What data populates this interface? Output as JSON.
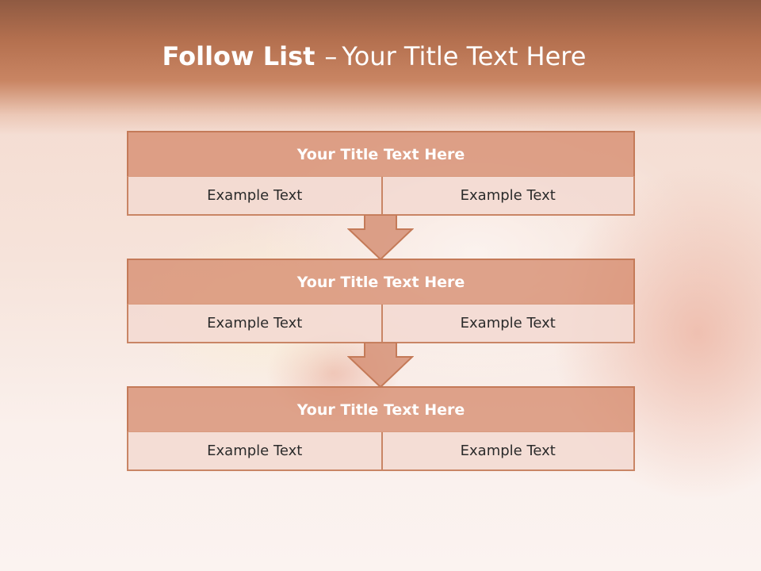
{
  "slide": {
    "title_bold": "Follow List",
    "title_separator": "–",
    "title_rest": "Your Title Text Here"
  },
  "blocks": [
    {
      "heading": "Your Title Text Here",
      "cells": [
        "Example Text",
        "Example Text"
      ]
    },
    {
      "heading": "Your Title Text Here",
      "cells": [
        "Example Text",
        "Example Text"
      ]
    },
    {
      "heading": "Your Title Text Here",
      "cells": [
        "Example Text",
        "Example Text"
      ]
    }
  ],
  "colors": {
    "header_band": "#b4704f",
    "block_heading_fill": "#d68c6e",
    "block_cell_fill": "#f2dad2",
    "border": "#c47a58",
    "arrow_fill": "#d99a7e"
  },
  "icons": [
    "down-arrow-icon",
    "down-arrow-icon"
  ]
}
